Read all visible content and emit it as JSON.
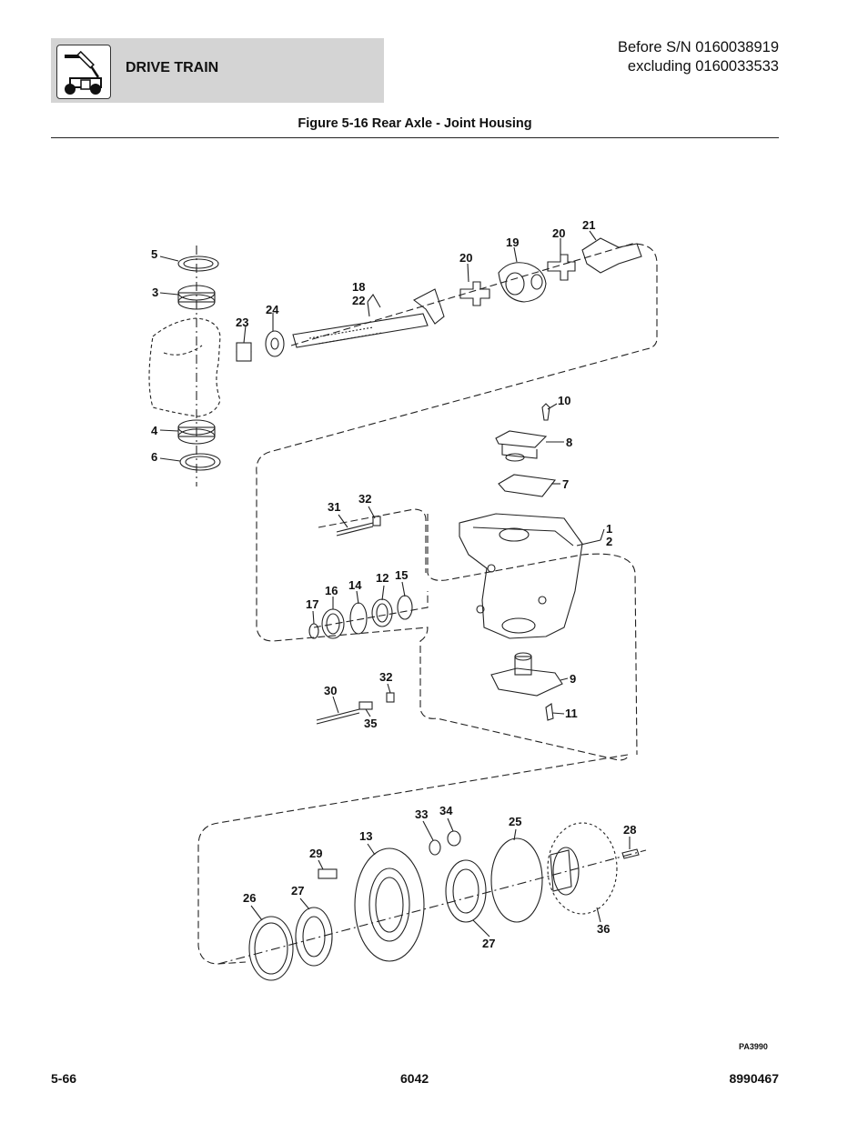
{
  "header": {
    "section_title": "DRIVE TRAIN",
    "serial_line1": "Before S/N 0160038919",
    "serial_line2": "excluding 0160033533",
    "logo_icon": "machine-logo-icon"
  },
  "figure": {
    "title": "Figure 5-16 Rear Axle - Joint Housing",
    "code": "PA3990"
  },
  "callouts": {
    "c5": "5",
    "c3": "3",
    "c23": "23",
    "c24": "24",
    "c18": "18",
    "c22": "22",
    "c20a": "20",
    "c19": "19",
    "c20b": "20",
    "c21": "21",
    "c4": "4",
    "c6": "6",
    "c10": "10",
    "c8": "8",
    "c7": "7",
    "c31": "31",
    "c32a": "32",
    "c1": "1",
    "c2": "2",
    "c16": "16",
    "c14": "14",
    "c12": "12",
    "c15": "15",
    "c17": "17",
    "c30": "30",
    "c32b": "32",
    "c35": "35",
    "c9": "9",
    "c11": "11",
    "c33": "33",
    "c34": "34",
    "c13": "13",
    "c25": "25",
    "c28": "28",
    "c29": "29",
    "c26": "26",
    "c27a": "27",
    "c27b": "27",
    "c36": "36"
  },
  "footer": {
    "page_number": "5-66",
    "model": "6042",
    "manual_number": "8990467"
  }
}
